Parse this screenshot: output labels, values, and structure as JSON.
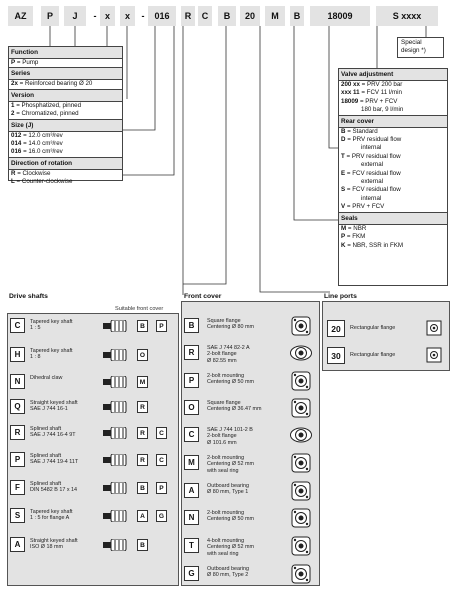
{
  "code_row": {
    "segments": [
      "AZ",
      "P",
      "J",
      "-",
      "x",
      "x",
      "-",
      "016",
      "R",
      "C",
      "B",
      "20",
      "M",
      "B",
      "18009",
      "S xxxx"
    ]
  },
  "special_box": {
    "line1": "Special",
    "line2": "design *)"
  },
  "left_table": {
    "function_header": "Function",
    "function_rows": [
      {
        "key": "P",
        "text": " = Pump"
      }
    ],
    "series_header": "Series",
    "series_rows": [
      {
        "key": "2x",
        "text": " = Reinforced bearing Ø 20"
      }
    ],
    "version_header": "Version",
    "version_rows": [
      {
        "key": "1",
        "text": " = Phosphatized, pinned"
      },
      {
        "key": "2",
        "text": " = Chromatized, pinned"
      }
    ],
    "size_header": "Size (J)",
    "size_rows": [
      {
        "key": "012",
        "text": " = 12.0 cm³/rev"
      },
      {
        "key": "014",
        "text": " = 14.0 cm³/rev"
      },
      {
        "key": "016",
        "text": " = 16.0 cm³/rev"
      }
    ],
    "rotation_header": "Direction of rotation",
    "rotation_rows": [
      {
        "key": "R",
        "text": " = Clockwise"
      },
      {
        "key": "L",
        "text": " = Counter-clockwise"
      }
    ]
  },
  "right_table": {
    "valve_header": "Valve adjustment",
    "valve_rows": [
      {
        "key": "200 xx",
        "text": "= PRV 200 bar"
      },
      {
        "key": "xxx 11",
        "text": "= FCV 11 l/min"
      },
      {
        "key": "18009",
        "text": "= PRV + FCV"
      },
      {
        "key": "",
        "text": "180 bar, 9 l/min"
      }
    ],
    "rear_header": "Rear cover",
    "rear_rows": [
      {
        "key": "B",
        "text": "= Standard"
      },
      {
        "key": "D",
        "text": "= PRV residual flow"
      },
      {
        "key": "",
        "text": "internal"
      },
      {
        "key": "T",
        "text": "= PRV residual flow"
      },
      {
        "key": "",
        "text": "external"
      },
      {
        "key": "E",
        "text": "= FCV residual flow"
      },
      {
        "key": "",
        "text": "external"
      },
      {
        "key": "S",
        "text": "= FCV residual flow"
      },
      {
        "key": "",
        "text": "internal"
      },
      {
        "key": "V",
        "text": "= PRV + FCV"
      }
    ],
    "seals_header": "Seals",
    "seals_rows": [
      {
        "key": "M",
        "text": "= NBR"
      },
      {
        "key": "P",
        "text": "= FKM"
      },
      {
        "key": "K",
        "text": "= NBR, SSR in FKM"
      }
    ]
  },
  "drive_shafts": {
    "title": "Drive shafts",
    "suitable_label": "Suitable front cover",
    "items": [
      {
        "code": "C",
        "desc": [
          "Tapered key shaft",
          "1 : 5"
        ],
        "covers": [
          "B",
          "P"
        ]
      },
      {
        "code": "H",
        "desc": [
          "Tapered key shaft",
          "1 : 8"
        ],
        "covers": [
          "O"
        ]
      },
      {
        "code": "N",
        "desc": [
          "Dihedral claw"
        ],
        "covers": [
          "M"
        ]
      },
      {
        "code": "Q",
        "desc": [
          "Straight keyed shaft",
          "SAE J 744 16-1"
        ],
        "covers": [
          "R"
        ]
      },
      {
        "code": "R",
        "desc": [
          "Splined shaft",
          "SAE J 744 16-4 9T"
        ],
        "covers": [
          "R",
          "C"
        ]
      },
      {
        "code": "P",
        "desc": [
          "Splined shaft",
          "SAE J 744 19-4 11T"
        ],
        "covers": [
          "R",
          "C"
        ]
      },
      {
        "code": "F",
        "desc": [
          "Splined shaft",
          "DIN 5482 B 17 x 14"
        ],
        "covers": [
          "B",
          "P"
        ]
      },
      {
        "code": "S",
        "desc": [
          "Tapered key shaft",
          "1 : 5 for flange A"
        ],
        "covers": [
          "A",
          "G"
        ]
      },
      {
        "code": "A",
        "desc": [
          "Straight keyed shaft",
          "ISO Ø 18 mm"
        ],
        "covers": [
          "B"
        ]
      }
    ]
  },
  "front_cover": {
    "title": "Front cover",
    "items": [
      {
        "code": "B",
        "desc": [
          "Square flange",
          "Centering Ø 80 mm"
        ]
      },
      {
        "code": "R",
        "desc": [
          "SAE J 744 82-2 A",
          "2-bolt flange",
          "Ø 82.55 mm"
        ]
      },
      {
        "code": "P",
        "desc": [
          "2-bolt mounting",
          "Centering Ø 50 mm"
        ]
      },
      {
        "code": "O",
        "desc": [
          "Square flange",
          "Centering Ø 36.47 mm"
        ]
      },
      {
        "code": "C",
        "desc": [
          "SAE J 744 101-2 B",
          "2-bolt flange",
          "Ø 101.6 mm"
        ]
      },
      {
        "code": "M",
        "desc": [
          "2-bolt mounting",
          "Centering Ø 52 mm",
          "with seal ring"
        ]
      },
      {
        "code": "A",
        "desc": [
          "Outboard bearing",
          "Ø 80 mm, Type 1"
        ]
      },
      {
        "code": "N",
        "desc": [
          "2-bolt mounting",
          "Centering Ø 50 mm"
        ]
      },
      {
        "code": "T",
        "desc": [
          "4-bolt mounting",
          "Centering Ø 52 mm",
          "with seal ring"
        ]
      },
      {
        "code": "G",
        "desc": [
          "Outboard bearing",
          "Ø 80 mm, Type 2"
        ]
      }
    ]
  },
  "line_ports": {
    "title": "Line ports",
    "items": [
      {
        "code": "20",
        "desc": "Rectangular flange"
      },
      {
        "code": "30",
        "desc": "Rectangular flange"
      }
    ]
  }
}
